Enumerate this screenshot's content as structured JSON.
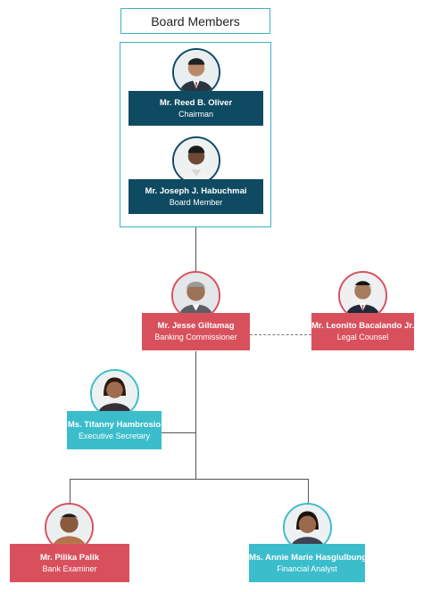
{
  "title": "Board Members",
  "board": [
    {
      "name": "Mr. Reed B. Oliver",
      "role": "Chairman"
    },
    {
      "name": "Mr. Joseph J. Habuchmai",
      "role": "Board Member"
    }
  ],
  "commissioner": {
    "name": "Mr. Jesse Giltamag",
    "role": "Banking Commissioner"
  },
  "legal": {
    "name": "Mr. Leonito Bacalando Jr.",
    "role": "Legal Counsel"
  },
  "secretary": {
    "name": "Ms. Tifanny Hambrosio",
    "role": "Executive Secretary"
  },
  "staff": [
    {
      "name": "Mr. Pilika Palik",
      "role": "Bank Examiner"
    },
    {
      "name": "Ms. Annie Marie Hasgiulbung",
      "role": "Financial Analyst"
    }
  ],
  "colors": {
    "navy": "#0f4a63",
    "red": "#d9505d",
    "teal": "#3bbdcc",
    "frame": "#3bb3c4"
  }
}
